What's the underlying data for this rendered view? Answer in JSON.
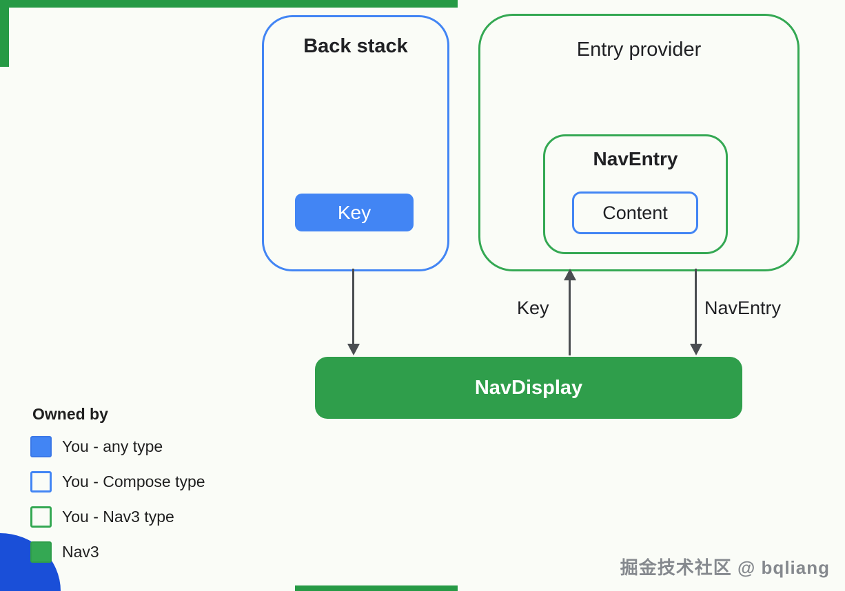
{
  "colors": {
    "blue": "#4285f4",
    "green": "#34a853",
    "navdisplay_green": "#2f9e4b",
    "frame_green": "#269a45",
    "corner_blue": "#1a4fd8",
    "arrow_gray": "#4a4d51",
    "background": "#fafcf7"
  },
  "diagram": {
    "back_stack": {
      "title": "Back stack",
      "key_label": "Key"
    },
    "entry_provider": {
      "title": "Entry provider",
      "nav_entry": {
        "title": "NavEntry",
        "content_label": "Content"
      }
    },
    "nav_display": {
      "label": "NavDisplay"
    },
    "arrows": {
      "key_up_label": "Key",
      "nav_entry_down_label": "NavEntry"
    }
  },
  "legend": {
    "title": "Owned by",
    "items": [
      {
        "label": "You - any type",
        "swatch": "blue-filled"
      },
      {
        "label": "You - Compose type",
        "swatch": "blue-outline"
      },
      {
        "label": "You - Nav3 type",
        "swatch": "green-outline"
      },
      {
        "label": "Nav3",
        "swatch": "green-filled"
      }
    ]
  },
  "watermark": "掘金技术社区 @ bqliang"
}
